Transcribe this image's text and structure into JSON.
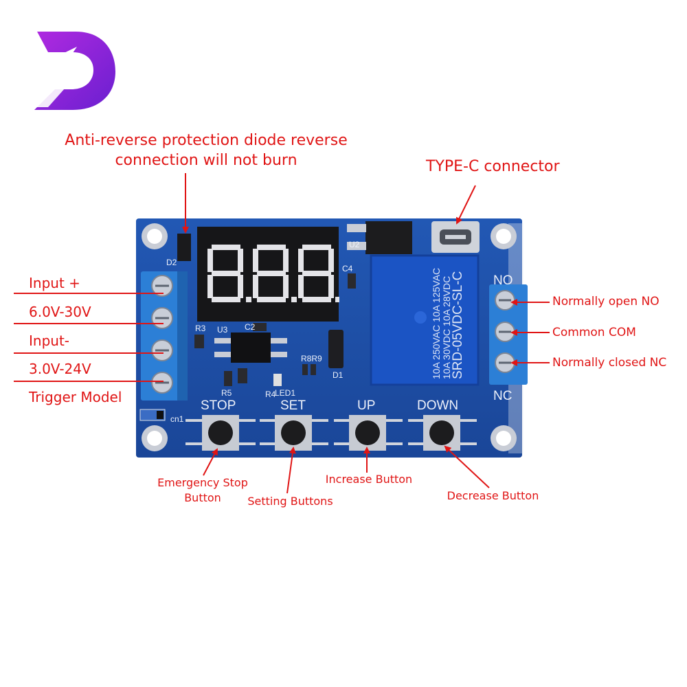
{
  "brand": {
    "logo_letter": "D",
    "logo_color": "#8a2be2"
  },
  "annotations": {
    "diode_title_line1": "Anti-reverse protection diode reverse",
    "diode_title_line2": "connection will not burn",
    "typec": "TYPE-C connector",
    "input_plus": "Input +",
    "input_voltage": "6.0V-30V",
    "input_minus": "Input-",
    "trigger_voltage": "3.0V-24V",
    "trigger_model": "Trigger Model",
    "normally_open": "Normally open NO",
    "common": "Common COM",
    "normally_closed": "Normally closed NC",
    "stop_button": "Emergency Stop\nButton",
    "set_button": "Setting Buttons",
    "up_button": "Increase Button",
    "down_button": "Decrease Button"
  },
  "board": {
    "silkscreen": {
      "stop": "STOP",
      "set": "SET",
      "up": "UP",
      "down": "DOWN",
      "no": "NO",
      "nc": "NC",
      "d1": "D1",
      "d2": "D2",
      "u2": "U2",
      "u3": "U3",
      "c2": "C2",
      "c4": "C4",
      "r3": "R3",
      "r4": "R4",
      "r5": "R5",
      "r8r9": "R8R9",
      "led1": "LED1",
      "cn1": "cn1"
    },
    "relay_text": {
      "model": "SRD-05VDC-SL-C",
      "line1": "10A 250VAC  10A 125VAC",
      "line2": "10A 30VDC  10A 28VDC"
    },
    "display": "8.8.8."
  },
  "colors": {
    "pcb": "#1f4fa8",
    "terminal": "#2c7fd6",
    "relay": "#1b54c4",
    "annotation": "#e01414"
  }
}
